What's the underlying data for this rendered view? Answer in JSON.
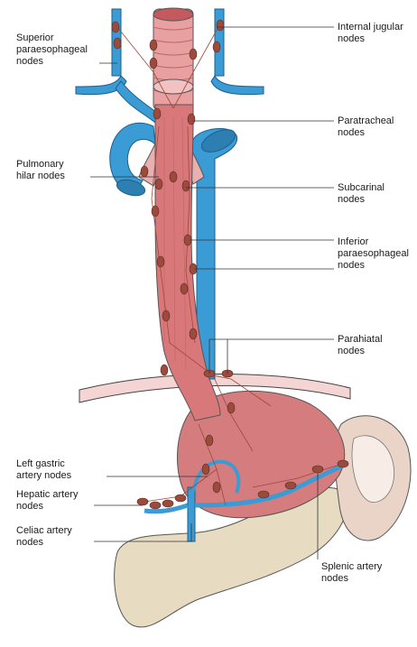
{
  "labels": {
    "superior_paraesophageal": "Superior\nparaesophageal\nnodes",
    "internal_jugular": "Internal jugular\nnodes",
    "paratracheal": "Paratracheal\nnodes",
    "pulmonary_hilar": "Pulmonary\nhilar nodes",
    "subcarinal": "Subcarinal\nnodes",
    "inferior_paraesophageal": "Inferior\nparaesophageal\nnodes",
    "parahiatal": "Parahiatal\nnodes",
    "left_gastric_artery": "Left gastric\nartery nodes",
    "hepatic_artery": "Hepatic artery\nnodes",
    "celiac_artery": "Celiac artery\nnodes",
    "splenic_artery": "Splenic artery\nnodes"
  },
  "colors": {
    "vessel_blue": "#3a9bd5",
    "esophagus_pink": "#d9787a",
    "node_brown": "#9c4a3c",
    "pancreas": "#e7dcc1",
    "stomach": "#d47c7e"
  }
}
